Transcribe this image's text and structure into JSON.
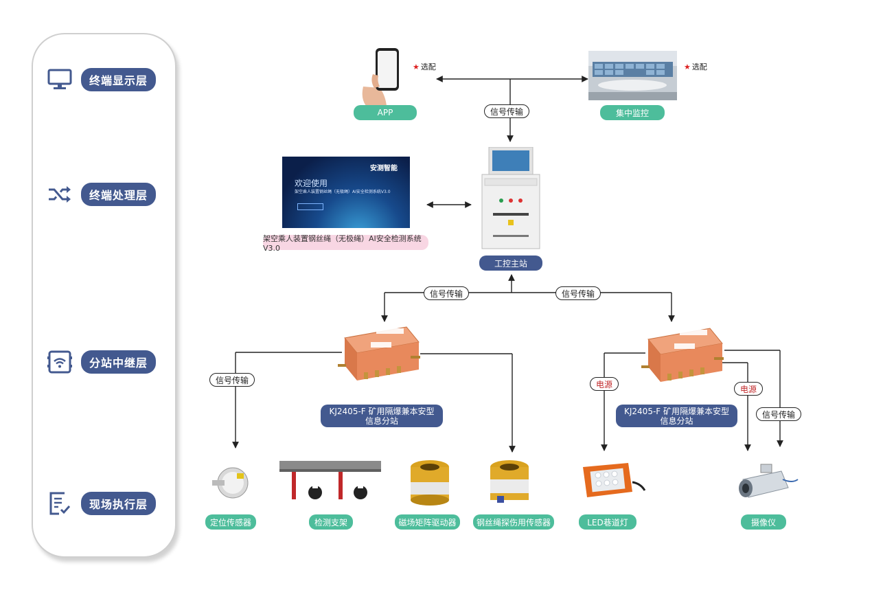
{
  "layers": [
    {
      "label": "终端显示层",
      "icon": "monitor-icon"
    },
    {
      "label": "终端处理层",
      "icon": "shuffle-icon"
    },
    {
      "label": "分站中继层",
      "icon": "router-icon"
    },
    {
      "label": "现场执行层",
      "icon": "checklist-icon"
    }
  ],
  "display": {
    "app_label": "APP",
    "monitor_label": "集中监控",
    "optional_app": "选配",
    "optional_monitor": "选配"
  },
  "processing": {
    "screen_welcome": "欢迎使用",
    "screen_brand": "安测智能",
    "screen_desc": "架空乘人装置钢丝绳（无极绳）AI安全检测系统V3.0",
    "system_label": "架空乘人装置钢丝绳（无极绳）AI安全检测系统V3.0",
    "station_label": "工控主站"
  },
  "relay": {
    "left_line1": "KJ2405-F 矿用隔爆兼本安型",
    "left_line2": "信息分站",
    "right_line1": "KJ2405-F 矿用隔爆兼本安型",
    "right_line2": "信息分站"
  },
  "tags": {
    "signal_top": "信号传输",
    "signal_left": "信号传输",
    "signal_right": "信号传输",
    "signal_sensor": "信号传输",
    "signal_camera": "信号传输",
    "power_led": "电源",
    "power_camera": "电源"
  },
  "field": {
    "position_sensor": "定位传感器",
    "bracket": "检测支架",
    "driver": "磁场矩阵驱动器",
    "rope_sensor": "钢丝绳探伤用传感器",
    "led": "LED巷道灯",
    "camera": "摄像仪"
  },
  "colors": {
    "layer_blue": "#43598f",
    "green": "#4dbd9b",
    "pink": "#f8d6e3",
    "power_red": "#c0282a",
    "box_orange": "#e8895c"
  }
}
